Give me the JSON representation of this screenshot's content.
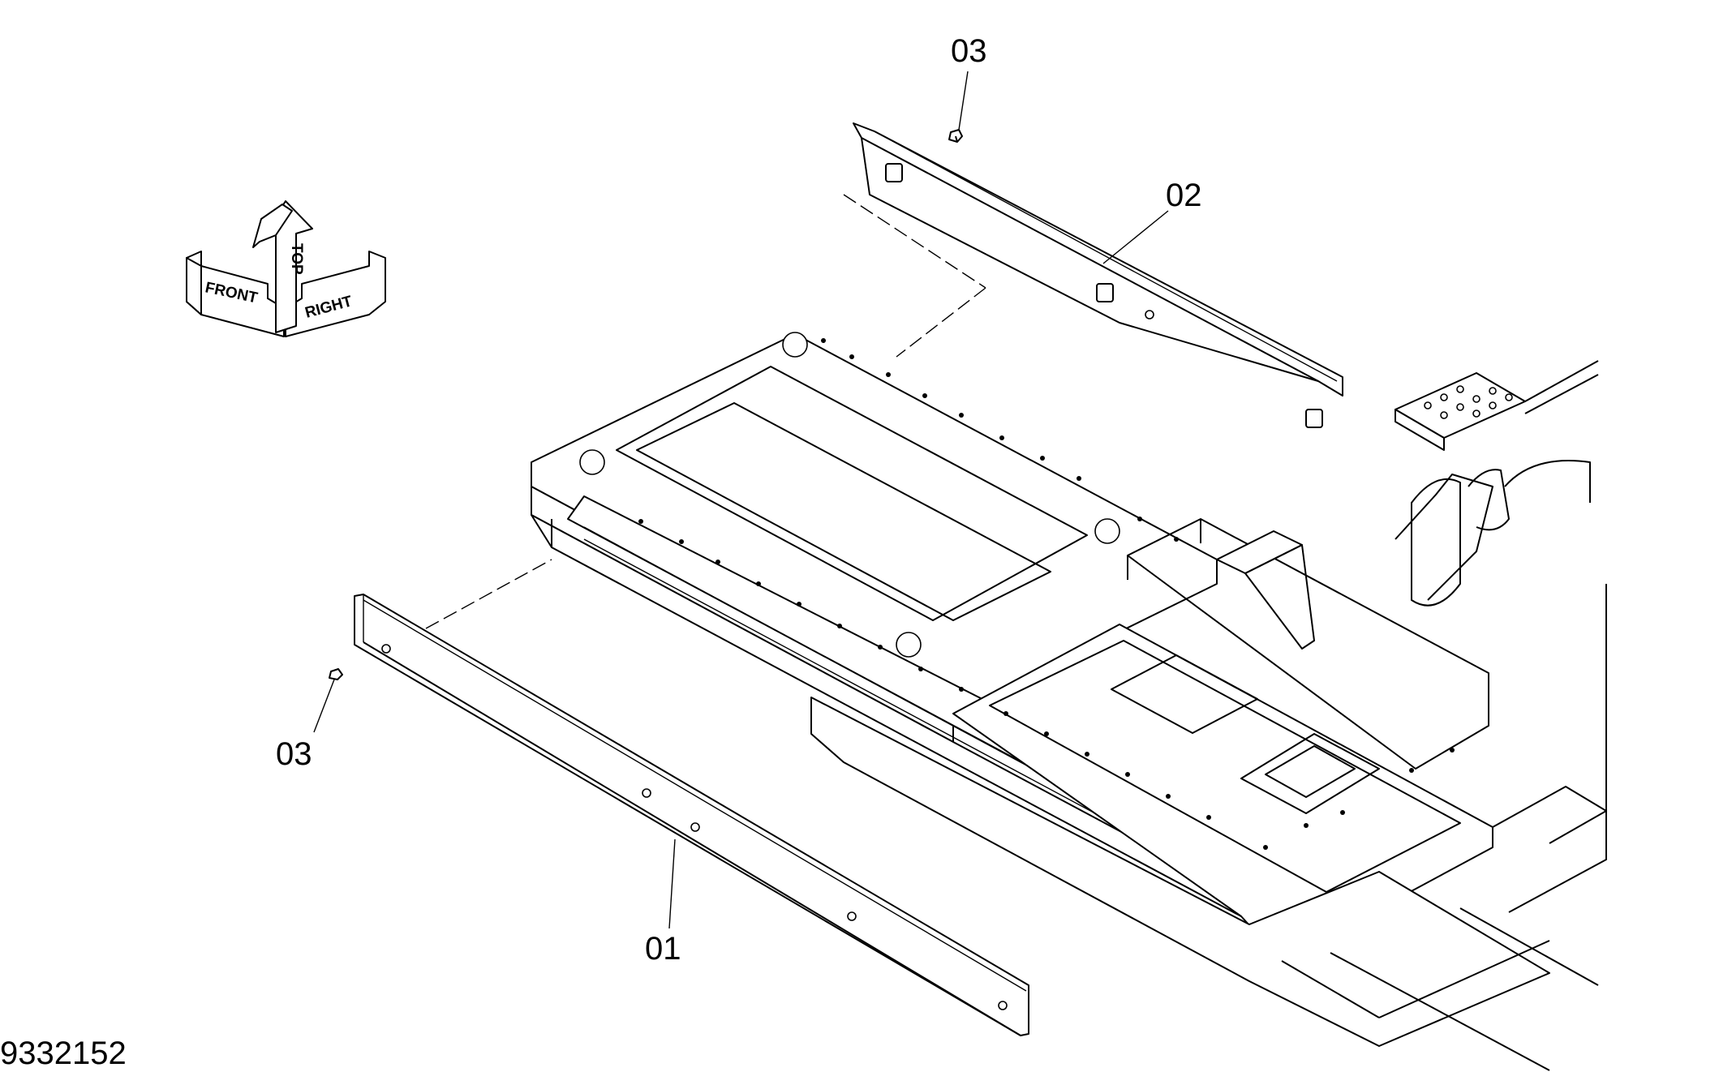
{
  "drawing_number": "9332152",
  "orientation": {
    "top": "TOP",
    "front": "FRONT",
    "right": "RIGHT"
  },
  "callouts": [
    {
      "id": "01",
      "label": "01",
      "name": "lower-left cover plate"
    },
    {
      "id": "02",
      "label": "02",
      "name": "upper cover plate"
    },
    {
      "id": "03a",
      "label": "03",
      "name": "bolt (upper)"
    },
    {
      "id": "03b",
      "label": "03",
      "name": "bolt (lower)"
    }
  ]
}
